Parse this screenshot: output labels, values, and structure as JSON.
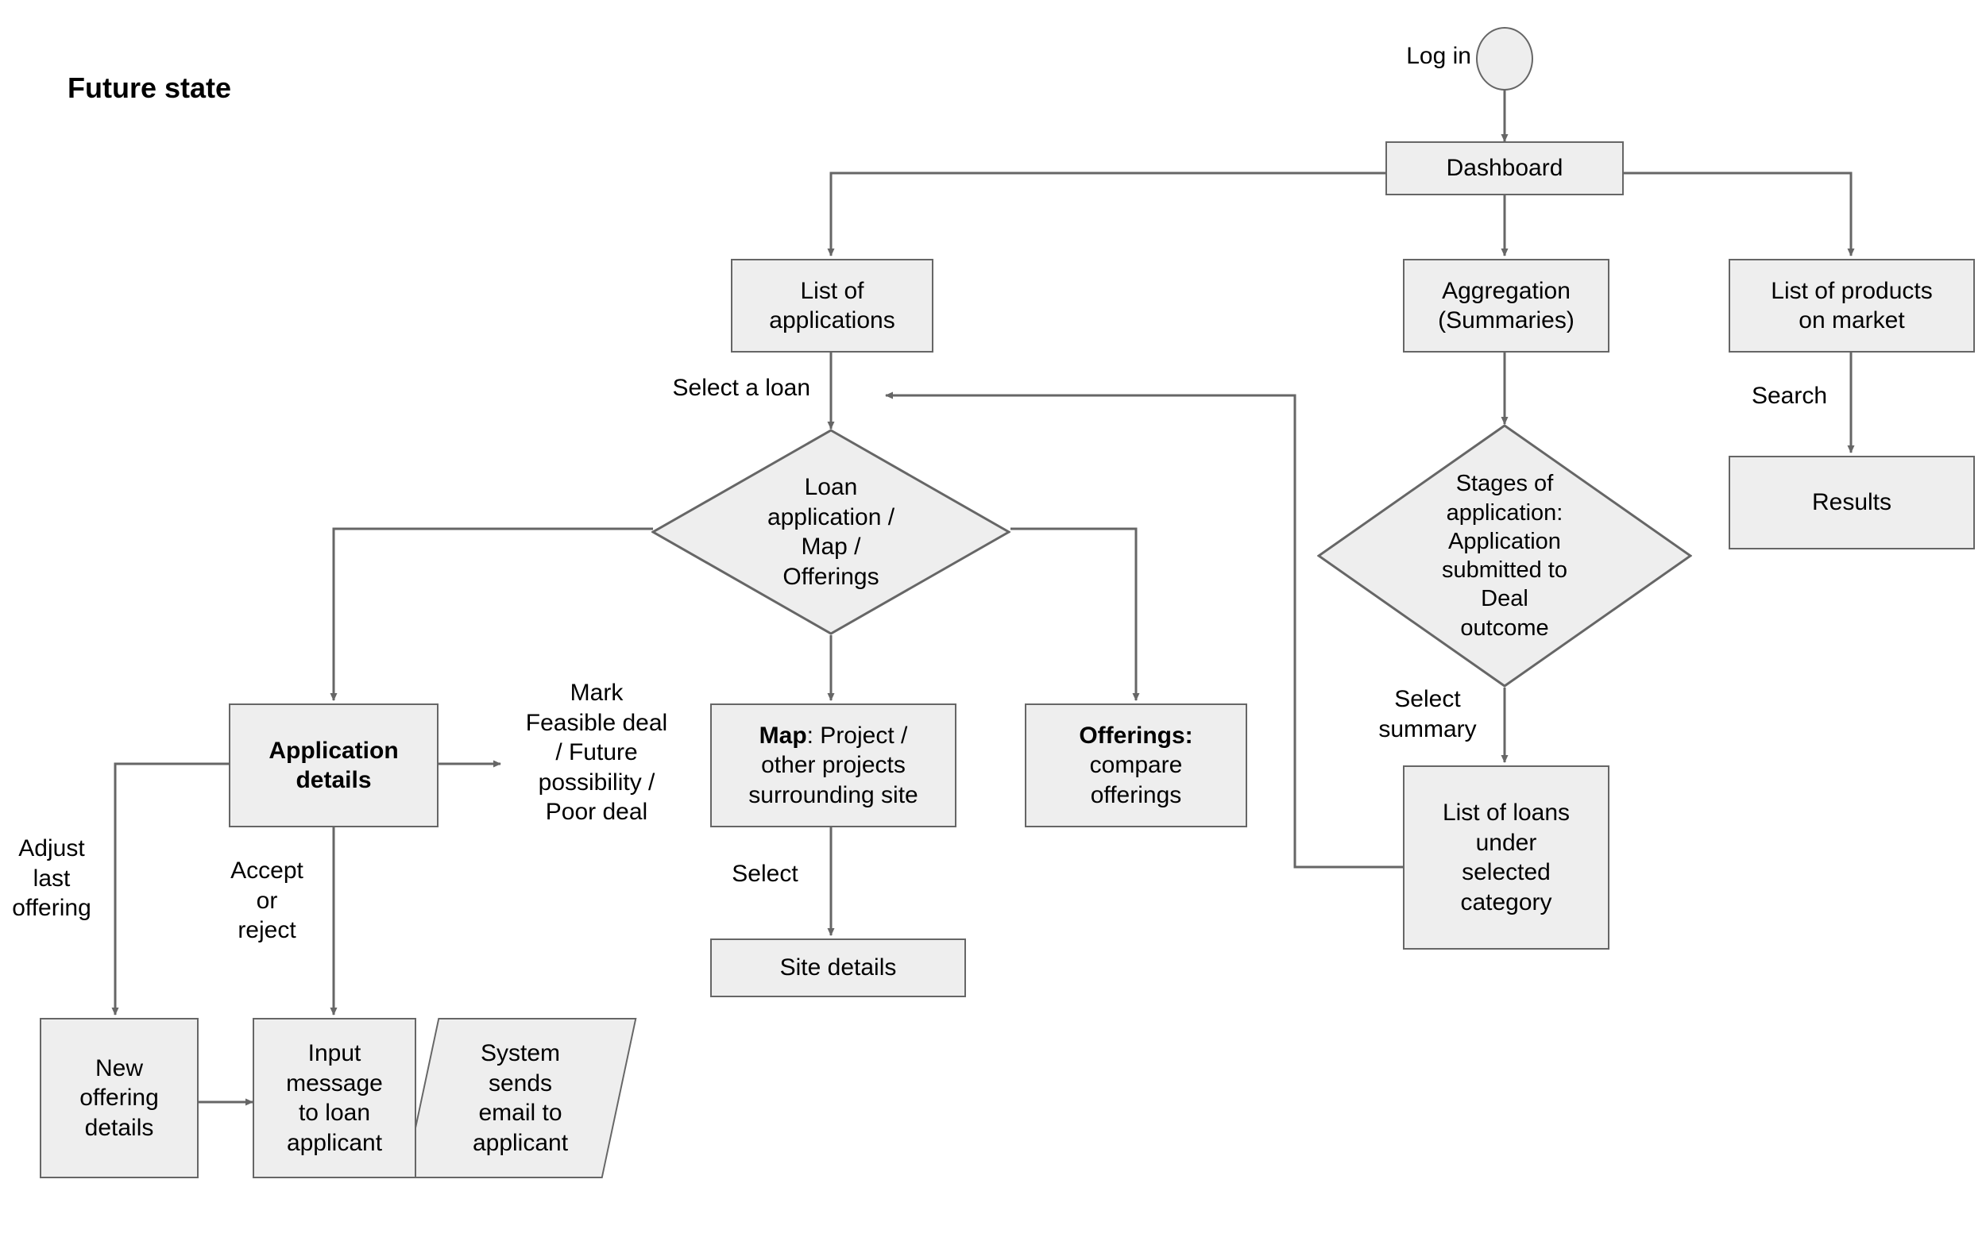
{
  "diagram": {
    "title": "Future state",
    "colors": {
      "node_fill": "#eeeeee",
      "node_border": "#666666",
      "edge_stroke": "#666666",
      "text": "#000000",
      "background": "#ffffff"
    },
    "nodes": {
      "start": {
        "label": "",
        "shape": "circle"
      },
      "dashboard": {
        "label": "Dashboard",
        "shape": "rect"
      },
      "list_of_applications": {
        "label": "List of\napplications",
        "shape": "rect"
      },
      "aggregation": {
        "label": "Aggregation\n(Summaries)",
        "shape": "rect"
      },
      "list_of_products": {
        "label": "List of products\non market",
        "shape": "rect"
      },
      "results": {
        "label": "Results",
        "shape": "rect"
      },
      "loan_decision": {
        "label": "Loan\napplication /\nMap /\nOfferings",
        "shape": "diamond"
      },
      "stages_decision": {
        "label": "Stages of\napplication:\nApplication\nsubmitted to\nDeal\noutcome",
        "shape": "diamond"
      },
      "application_details": {
        "label": "Application\ndetails",
        "shape": "rect",
        "bold": true
      },
      "map_node": {
        "label_bold": "Map",
        "label_rest": ": Project /\nother projects\nsurrounding site",
        "shape": "rect"
      },
      "offerings_node": {
        "label_bold": "Offerings:",
        "label_rest": "\ncompare\nofferings",
        "shape": "rect"
      },
      "list_of_loans": {
        "label": "List of loans\nunder\nselected\ncategory",
        "shape": "rect"
      },
      "site_details": {
        "label": "Site details",
        "shape": "rect"
      },
      "new_offering_details": {
        "label": "New\noffering\ndetails",
        "shape": "rect"
      },
      "input_message": {
        "label": "Input\nmessage\nto loan\napplicant",
        "shape": "rect"
      },
      "system_sends_email": {
        "label": "System\nsends\nemail to\napplicant",
        "shape": "parallelogram"
      }
    },
    "edge_labels": {
      "log_in": "Log in",
      "select_a_loan": "Select a loan",
      "search": "Search",
      "select_summary": "Select\nsummary",
      "mark_deal": "Mark\nFeasible deal\n/ Future\npossibility /\nPoor deal",
      "select_site": "Select",
      "adjust_last_offering": "Adjust\nlast\noffering",
      "accept_or_reject": "Accept\nor\nreject"
    }
  }
}
